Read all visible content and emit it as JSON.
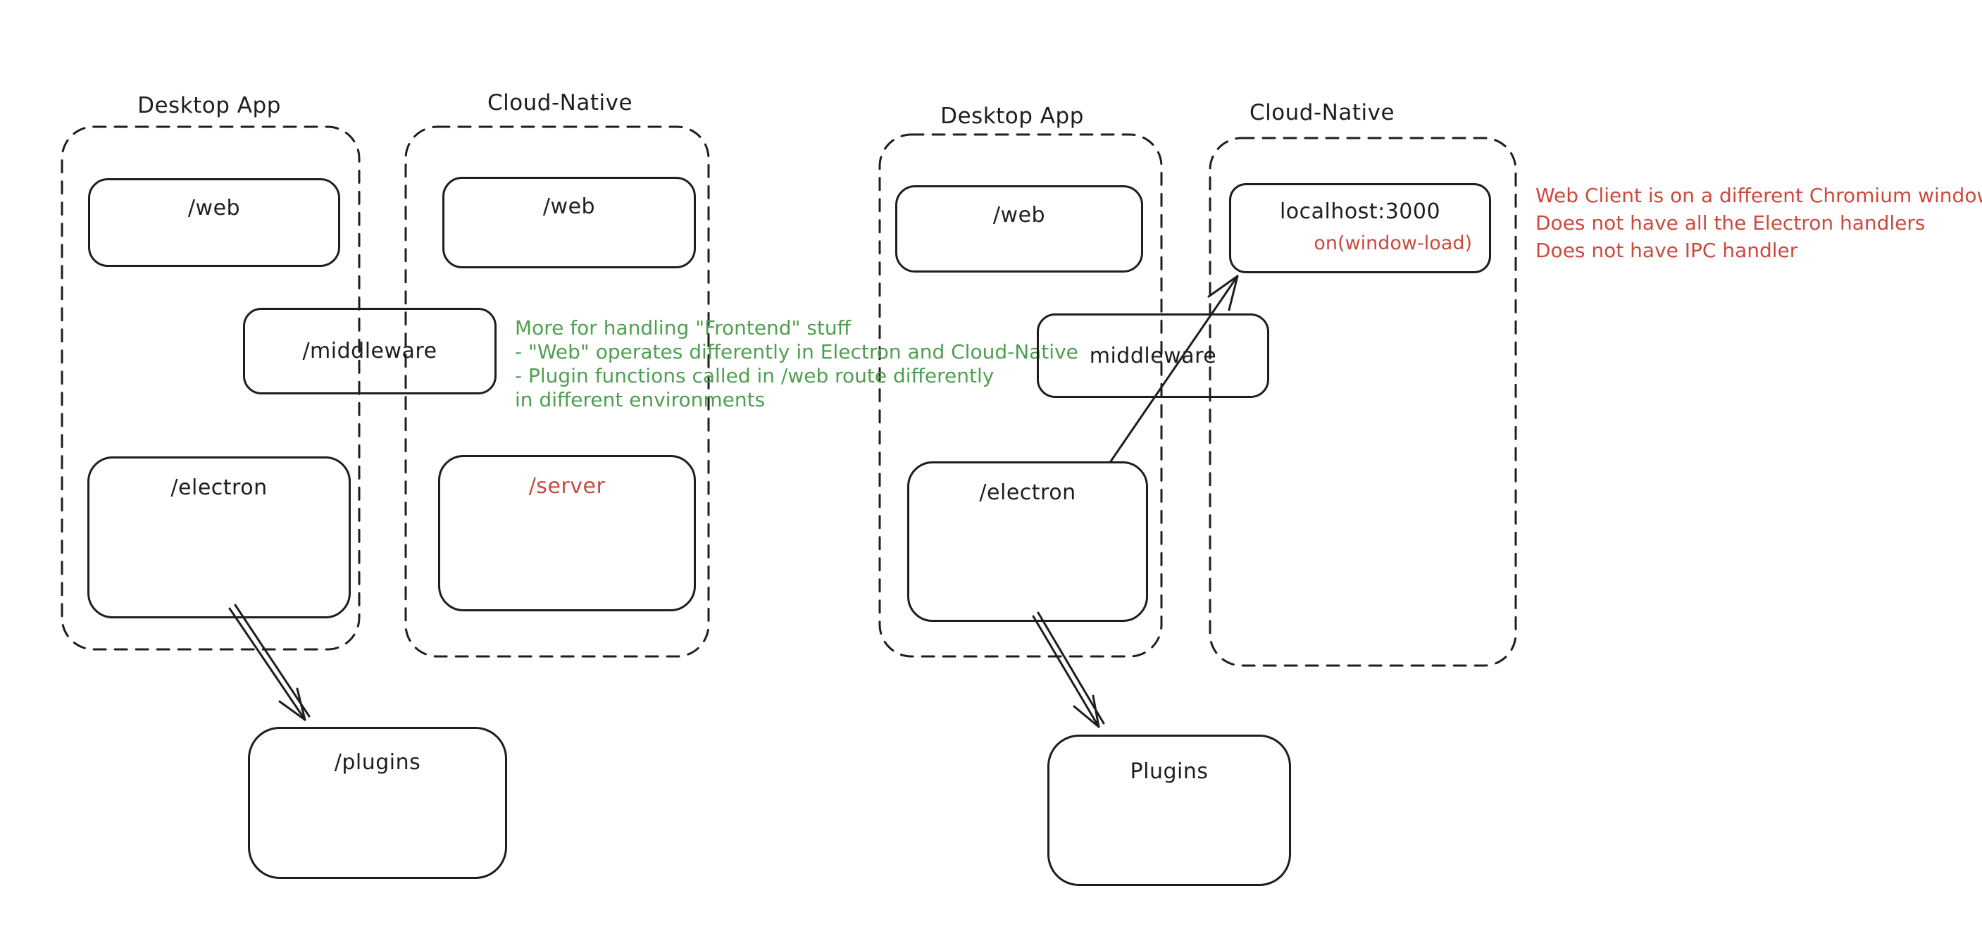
{
  "colors": {
    "ink": "#1e1e1e",
    "red": "#cb493e",
    "green": "#4f9e52",
    "background": "#ffffff"
  },
  "left_diagram": {
    "desktop_container": {
      "label": "Desktop App"
    },
    "cloud_container": {
      "label": "Cloud-Native"
    },
    "web_desktop_box": {
      "label": "/web"
    },
    "web_cloud_box": {
      "label": "/web"
    },
    "middleware_box": {
      "label": "/middleware"
    },
    "electron_box": {
      "label": "/electron"
    },
    "server_box": {
      "label": "/server"
    },
    "plugins_box": {
      "label": "/plugins"
    },
    "note": {
      "lines": [
        "More for handling \"Frontend\" stuff",
        "- \"Web\" operates differently in Electron and Cloud-Native",
        "- Plugin functions called in /web route differently",
        "in different environments"
      ]
    }
  },
  "right_diagram": {
    "desktop_container": {
      "label": "Desktop App"
    },
    "cloud_container": {
      "label": "Cloud-Native"
    },
    "web_box": {
      "label": "/web"
    },
    "localhost_box": {
      "label": "localhost:3000",
      "sublabel": "on(window-load)"
    },
    "middleware_box": {
      "label": "middleware"
    },
    "electron_box": {
      "label": "/electron"
    },
    "plugins_box": {
      "label": "Plugins"
    },
    "note": {
      "lines": [
        "Web Client is on a different Chromium window",
        "Does not have all the Electron handlers",
        "Does not have IPC handler"
      ]
    }
  }
}
